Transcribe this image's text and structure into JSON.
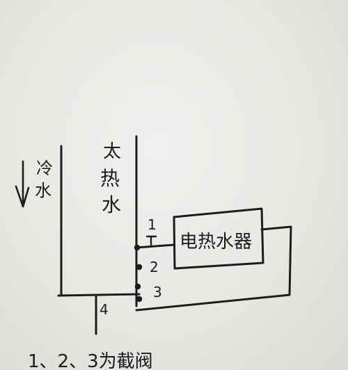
{
  "diagram": {
    "cold_water_label_line1": "冷",
    "cold_water_label_line2": "水",
    "solar_water_label_line1": "太",
    "solar_water_label_line2": "热",
    "solar_water_label_line3": "水",
    "heater_label": "电热水器",
    "point_1": "1",
    "point_2": "2",
    "point_3": "3",
    "point_4": "4",
    "footer_note": "1、2、3为截阀"
  }
}
